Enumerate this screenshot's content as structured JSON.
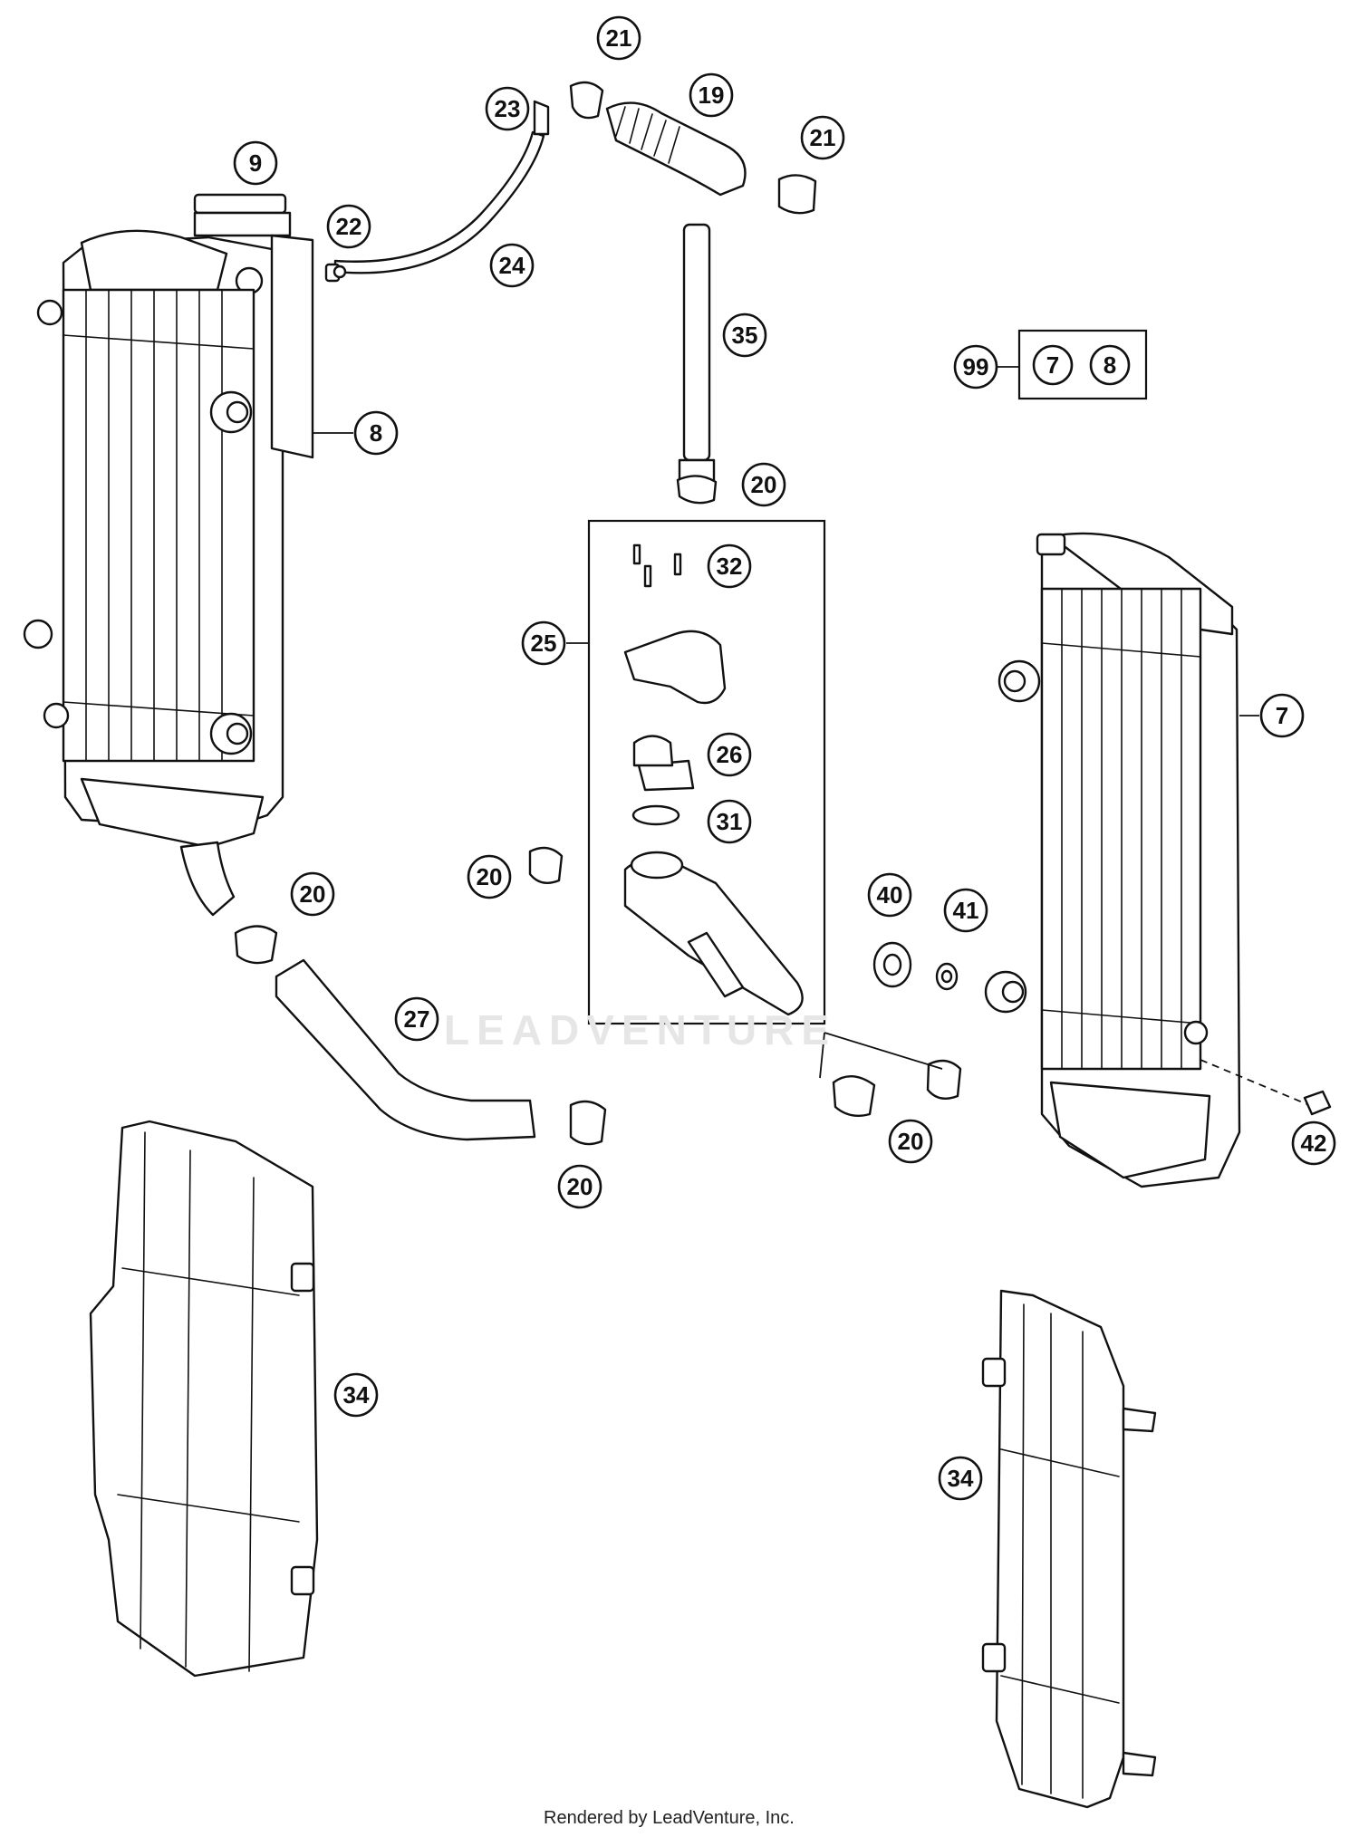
{
  "diagram": {
    "callouts": [
      {
        "id": "c21a",
        "label": "21"
      },
      {
        "id": "c19",
        "label": "19"
      },
      {
        "id": "c23",
        "label": "23"
      },
      {
        "id": "c21b",
        "label": "21"
      },
      {
        "id": "c9",
        "label": "9"
      },
      {
        "id": "c22",
        "label": "22"
      },
      {
        "id": "c24",
        "label": "24"
      },
      {
        "id": "c35",
        "label": "35"
      },
      {
        "id": "c99",
        "label": "99"
      },
      {
        "id": "c7k",
        "label": "7"
      },
      {
        "id": "c8k",
        "label": "8"
      },
      {
        "id": "c8",
        "label": "8"
      },
      {
        "id": "c20a",
        "label": "20"
      },
      {
        "id": "c32",
        "label": "32"
      },
      {
        "id": "c25",
        "label": "25"
      },
      {
        "id": "c7",
        "label": "7"
      },
      {
        "id": "c26",
        "label": "26"
      },
      {
        "id": "c31",
        "label": "31"
      },
      {
        "id": "c20b",
        "label": "20"
      },
      {
        "id": "c40",
        "label": "40"
      },
      {
        "id": "c41",
        "label": "41"
      },
      {
        "id": "c20c",
        "label": "20"
      },
      {
        "id": "c27",
        "label": "27"
      },
      {
        "id": "c20d",
        "label": "20"
      },
      {
        "id": "c42",
        "label": "42"
      },
      {
        "id": "c20e",
        "label": "20"
      },
      {
        "id": "c34a",
        "label": "34"
      },
      {
        "id": "c34b",
        "label": "34"
      }
    ]
  },
  "watermark": "LEADVENTURE",
  "footer": "Rendered by LeadVenture, Inc."
}
